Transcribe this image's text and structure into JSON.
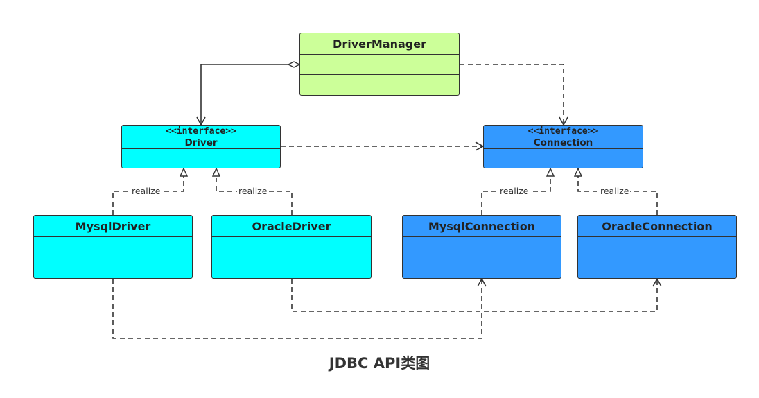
{
  "diagram": {
    "caption": "JDBC API类图",
    "classes": {
      "driver_manager": {
        "name": "DriverManager",
        "color": "#ccff99"
      },
      "driver": {
        "stereotype": "<<interface>>",
        "name": "Driver",
        "color": "#00ffff"
      },
      "connection": {
        "stereotype": "<<interface>>",
        "name": "Connection",
        "color": "#3399ff"
      },
      "mysql_driver": {
        "name": "MysqlDriver",
        "color": "#00ffff"
      },
      "oracle_driver": {
        "name": "OracleDriver",
        "color": "#00ffff"
      },
      "mysql_connection": {
        "name": "MysqlConnection",
        "color": "#3399ff"
      },
      "oracle_connection": {
        "name": "OracleConnection",
        "color": "#3399ff"
      }
    },
    "relations": {
      "realize_label": "realize",
      "list": [
        {
          "from": "DriverManager",
          "to": "Driver",
          "type": "aggregation"
        },
        {
          "from": "DriverManager",
          "to": "Connection",
          "type": "dependency"
        },
        {
          "from": "Driver",
          "to": "Connection",
          "type": "dependency"
        },
        {
          "from": "MysqlDriver",
          "to": "Driver",
          "type": "realization"
        },
        {
          "from": "OracleDriver",
          "to": "Driver",
          "type": "realization"
        },
        {
          "from": "MysqlConnection",
          "to": "Connection",
          "type": "realization"
        },
        {
          "from": "OracleConnection",
          "to": "Connection",
          "type": "realization"
        },
        {
          "from": "MysqlDriver",
          "to": "MysqlConnection",
          "type": "dependency"
        },
        {
          "from": "OracleDriver",
          "to": "OracleConnection",
          "type": "dependency"
        }
      ]
    }
  }
}
